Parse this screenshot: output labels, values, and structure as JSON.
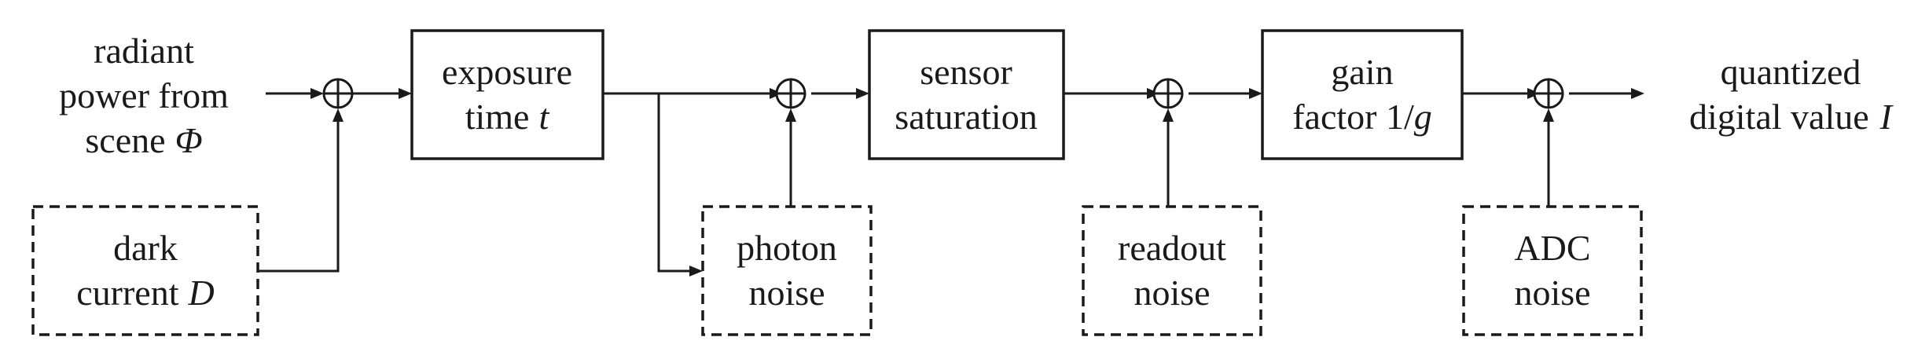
{
  "input": {
    "line1": "radiant",
    "line2": "power from",
    "line3": "scene",
    "symbol": "Φ"
  },
  "output": {
    "line1": "quantized",
    "line2": "digital value",
    "symbol": "I"
  },
  "blocks": {
    "exposure": {
      "line1": "exposure",
      "line2": "time",
      "symbol": "t"
    },
    "saturation": {
      "line1": "sensor",
      "line2": "saturation"
    },
    "gain": {
      "line1": "gain",
      "line2": "factor 1/",
      "symbol": "g"
    }
  },
  "noise": {
    "dark": {
      "line1": "dark",
      "line2": "current",
      "symbol": "D"
    },
    "photon": {
      "line1": "photon",
      "line2": "noise"
    },
    "readout": {
      "line1": "readout",
      "line2": "noise"
    },
    "adc": {
      "line1": "ADC",
      "line2": "noise"
    }
  }
}
